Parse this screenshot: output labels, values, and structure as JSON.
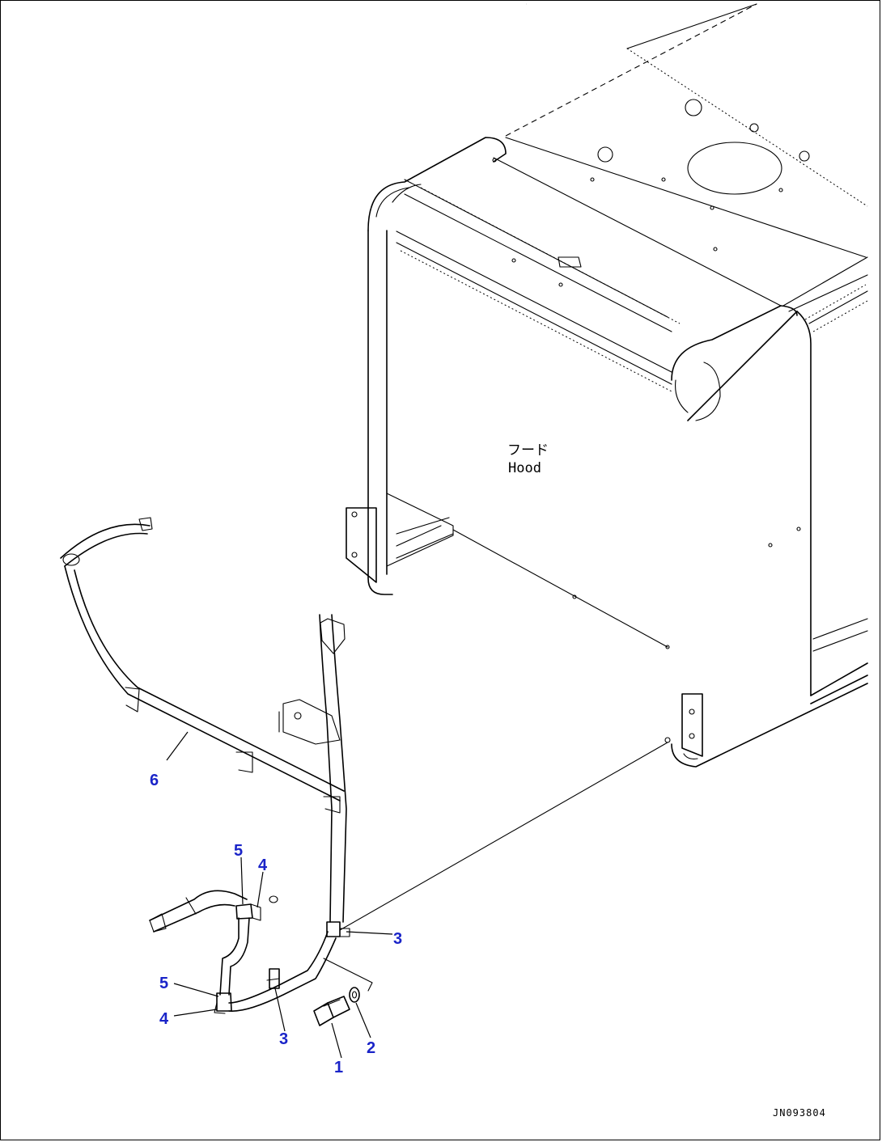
{
  "component_label": {
    "japanese": "フード",
    "english": "Hood"
  },
  "callouts": {
    "c1": "1",
    "c2": "2",
    "c3a": "3",
    "c3b": "3",
    "c4a": "4",
    "c4b": "4",
    "c5a": "5",
    "c5b": "5",
    "c6": "6"
  },
  "drawing_id": "JN093804",
  "callout_color": "#1a24c8"
}
